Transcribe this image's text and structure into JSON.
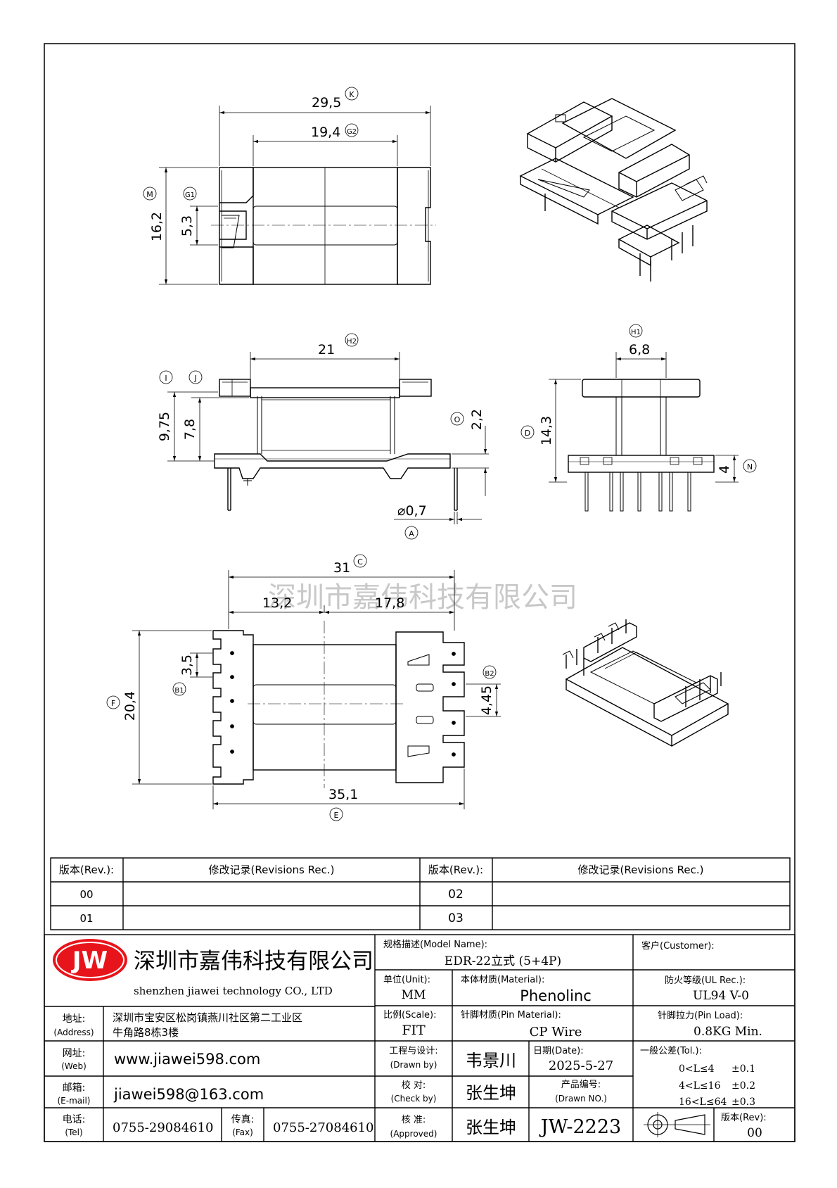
{
  "dimensions": {
    "top_view": {
      "overall_width": {
        "value": "29,5",
        "tag": "K"
      },
      "inner_width": {
        "value": "19,4",
        "tag": "G2"
      },
      "overall_height": {
        "value": "16,2",
        "tag": "M"
      },
      "slot_height": {
        "value": "5,3",
        "tag": "G1"
      }
    },
    "front_view": {
      "length": {
        "value": "21",
        "tag": "H2"
      },
      "tag_i": "I",
      "tag_j": "J",
      "height_outer": "9,75",
      "height_inner": "7,8",
      "flange": {
        "value": "2,2",
        "tag": "O"
      },
      "pin_dia": {
        "value": "⌀0,7",
        "tag": "A"
      }
    },
    "side_view": {
      "width": {
        "value": "6,8",
        "tag": "H1"
      },
      "height": {
        "value": "14,3",
        "tag": "D"
      },
      "base": {
        "value": "4",
        "tag": "N"
      }
    },
    "bottom_view": {
      "overall": {
        "value": "31",
        "tag": "C"
      },
      "left_part": "13,2",
      "right_part": "17,8",
      "height": {
        "value": "20,4",
        "tag": "F"
      },
      "pitch_left": {
        "value": "3,5",
        "tag": "B1"
      },
      "pitch_right": {
        "value": "4,45",
        "tag": "B2"
      },
      "total": {
        "value": "35,1",
        "tag": "E"
      }
    }
  },
  "watermark": "深圳市嘉伟科技有限公司",
  "revisions": {
    "col_rev": "版本(Rev.):",
    "col_rec": "修改记录(Revisions Rec.)",
    "col_rev2": "版本(Rev.):",
    "col_rec2": "修改记录(Revisions Rec.)",
    "rows": [
      [
        "00",
        "",
        "02",
        ""
      ],
      [
        "01",
        "",
        "03",
        ""
      ]
    ]
  },
  "company": {
    "logo": "JW",
    "name_cn": "深圳市嘉伟科技有限公司",
    "name_en": "shenzhen  jiawei  technology  CO., LTD",
    "address_label": "地址:",
    "address_label_en": "(Address)",
    "address_line1": "深圳市宝安区松岗镇燕川社区第二工业区",
    "address_line2": "牛角路8栋3楼",
    "web_label": "网址:",
    "web_label_en": "(Web)",
    "web": "www.jiawei598.com",
    "email_label": "邮箱:",
    "email_label_en": "(E-mail)",
    "email": "jiawei598@163.com",
    "tel_label": "电话:",
    "tel_label_en": "(Tel)",
    "tel": "0755-29084610",
    "fax_label": "传真:",
    "fax_label_en": "(Fax)",
    "fax": "0755-27084610"
  },
  "spec": {
    "model_label": "规格描述(Model Name):",
    "model": "EDR-22立式 (5+4P)",
    "customer_label": "客户(Customer):",
    "customer": "",
    "unit_label": "单位(Unit):",
    "unit": "MM",
    "material_label": "本体材质(Material):",
    "material": "Phenolinc",
    "ul_label": "防火等级(UL Rec.):",
    "ul": "UL94 V-0",
    "scale_label": "比例(Scale):",
    "scale": "FIT",
    "pin_material_label": "针脚材质(Pin Material):",
    "pin_material": "CP Wire",
    "pin_load_label": "针脚拉力(Pin Load):",
    "pin_load": "0.8KG Min.",
    "drawn_label": "工程与设计:",
    "drawn_label_en": "(Drawn by)",
    "drawn_by": "韦景川",
    "date_label": "日期(Date):",
    "date": "2025-5-27",
    "tol_label": "一般公差(Tol.):",
    "tol_rows": [
      [
        "0<L≤4",
        "±0.1"
      ],
      [
        "4<L≤16",
        "±0.2"
      ],
      [
        "16<L≤64",
        "±0.3"
      ]
    ],
    "check_label": "校  对:",
    "check_label_en": "(Check by)",
    "check_by": "张生坤",
    "drawn_no_label": "产品编号:",
    "drawn_no_label_en": "(Drawn NO.)",
    "approved_label": "核  准:",
    "approved_label_en": "(Approved)",
    "approved_by": "张生坤",
    "drawing_no": "JW-2223",
    "rev_label": "版本(Rev):",
    "rev": "00"
  },
  "colors": {
    "line": "#000000",
    "logo_red": "#e8141b",
    "watermark": "#c8c8c8"
  }
}
